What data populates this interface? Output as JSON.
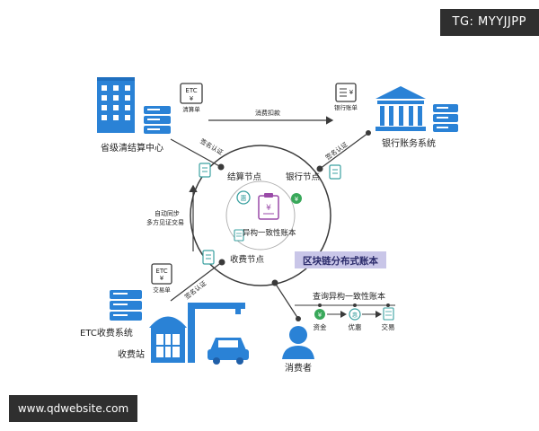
{
  "watermark_top": "TG: MYYJJPP",
  "watermark_bottom": "www.qdwebsite.com",
  "nodes": {
    "provincial_center": "省级清结算中心",
    "bank_system": "银行账务系统",
    "etc_system": "ETC收费系统",
    "toll_station": "收费站",
    "consumer": "消费者"
  },
  "documents": {
    "clearing_sheet_icon": "ETC",
    "clearing_sheet_symbol": "¥",
    "clearing_sheet": "清算单",
    "bank_sheet": "银行账单",
    "transaction_sheet_icon": "ETC",
    "transaction_sheet_symbol": "¥",
    "transaction_sheet": "交易单"
  },
  "edges": {
    "consumption_deduction": "消费扣款",
    "sign_auth_top_left": "签名认证",
    "sign_auth_top_right": "签名认证",
    "sign_auth_bottom_left": "签名认证",
    "auto_sync_line1": "自动同步",
    "auto_sync_line2": "多方见证交易"
  },
  "ring": {
    "settlement_node": "结算节点",
    "bank_node": "银行节点",
    "toll_node": "收费节点",
    "center_label": "异构一致性账本",
    "center_symbol": "¥"
  },
  "ledger_banner": "区块链分布式账本",
  "query": {
    "title": "查询异构一致性账本",
    "funds": "资金",
    "discount": "优惠",
    "transaction": "交易",
    "funds_symbol": "¥",
    "discount_symbol": "惠"
  },
  "colors": {
    "primary_blue": "#2a82d6",
    "line_dark": "#3a3a3a",
    "green": "#39a85a",
    "teal": "#3aa0a0",
    "purple": "#9a4aa8",
    "banner_bg": "#c9c6e8"
  }
}
